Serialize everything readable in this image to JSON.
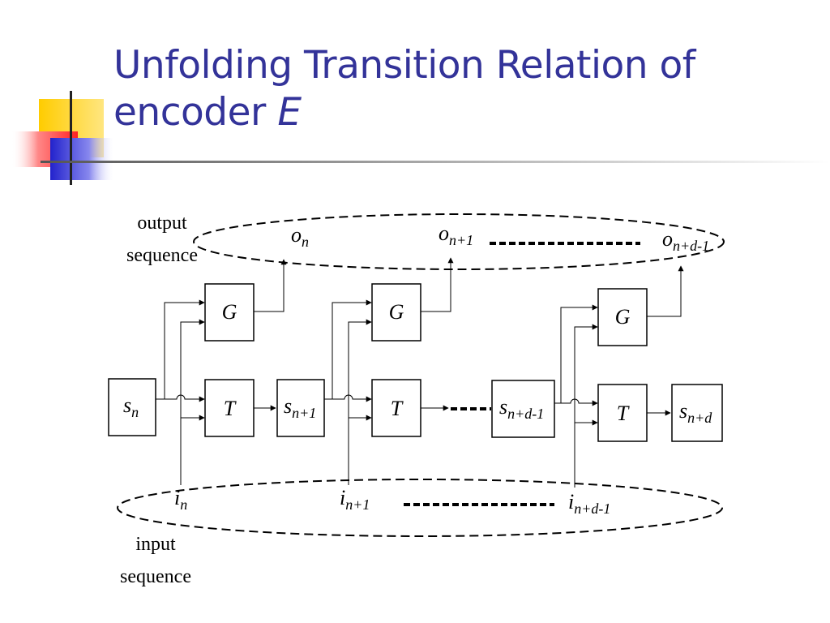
{
  "title": {
    "line1": "Unfolding Transition Relation of",
    "line2_prefix": "encoder ",
    "line2_italic": "E"
  },
  "diagram": {
    "output_label": [
      "output",
      "sequence"
    ],
    "input_label": [
      "input",
      "sequence"
    ],
    "block_G": "G",
    "block_T": "T",
    "outputs": [
      {
        "base": "o",
        "sub": "n"
      },
      {
        "base": "o",
        "sub": "n+1"
      },
      {
        "base": "o",
        "sub": "n+d-1"
      }
    ],
    "inputs": [
      {
        "base": "i",
        "sub": "n"
      },
      {
        "base": "i",
        "sub": "n+1"
      },
      {
        "base": "i",
        "sub": "n+d-1"
      }
    ],
    "states": [
      {
        "base": "s",
        "sub": "n"
      },
      {
        "base": "s",
        "sub": "n+1"
      },
      {
        "base": "s",
        "sub": "n+d-1"
      },
      {
        "base": "s",
        "sub": "n+d"
      }
    ]
  },
  "colors": {
    "title": "#333399",
    "deco_yellow": "#FFCC00",
    "deco_red": "#FF3333",
    "deco_blue": "#3333CC"
  }
}
